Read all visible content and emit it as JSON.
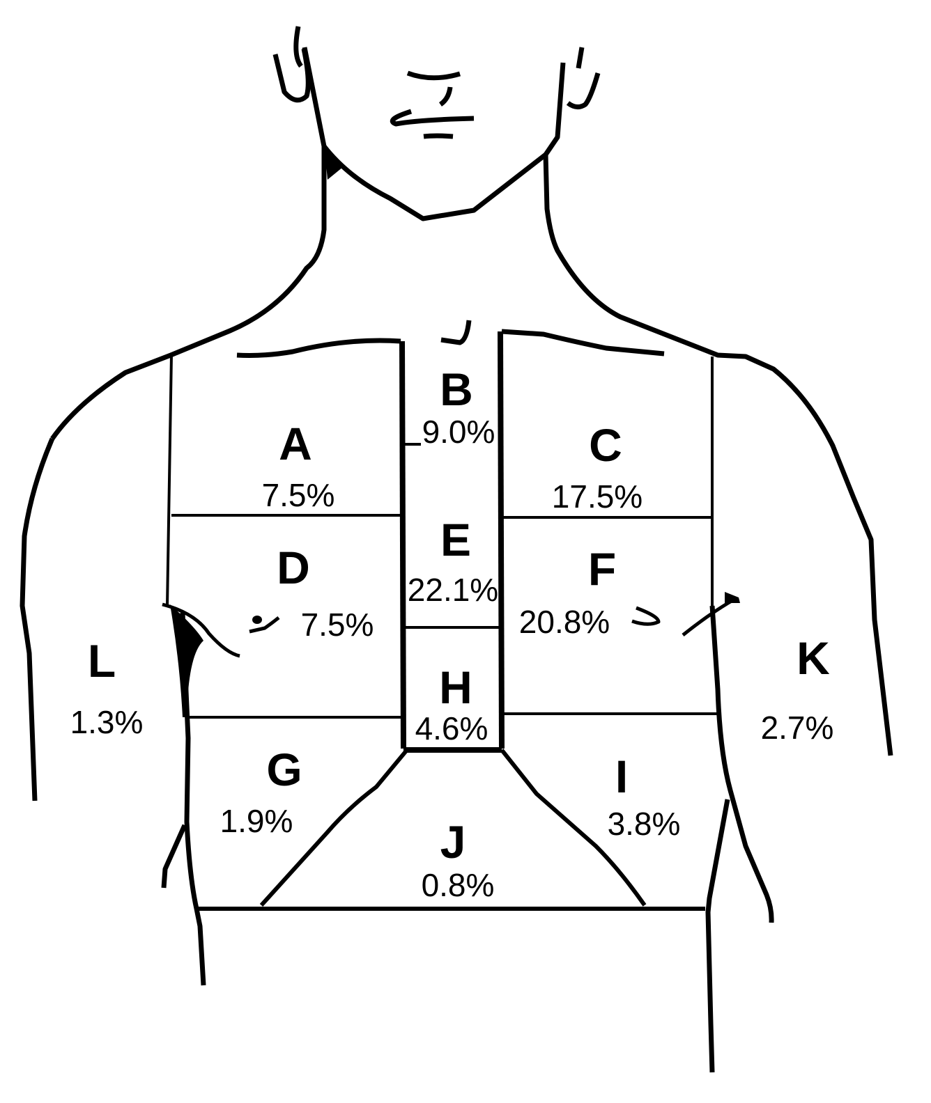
{
  "diagram": {
    "type": "anatomical-region-map",
    "subject": "anterior torso (neck, chest, upper abdomen, arms)",
    "stroke_color": "#000000",
    "background": "#ffffff"
  },
  "regions": [
    {
      "id": "A",
      "letter": "A",
      "percent": "7.5%",
      "position": "left upper chest"
    },
    {
      "id": "B",
      "letter": "B",
      "percent": "9.0%",
      "position": "upper sternum"
    },
    {
      "id": "C",
      "letter": "C",
      "percent": "17.5%",
      "position": "right upper chest"
    },
    {
      "id": "D",
      "letter": "D",
      "percent": "7.5%",
      "position": "left mid chest"
    },
    {
      "id": "E",
      "letter": "E",
      "percent": "22.1%",
      "position": "mid sternum"
    },
    {
      "id": "F",
      "letter": "F",
      "percent": "20.8%",
      "position": "right mid chest"
    },
    {
      "id": "G",
      "letter": "G",
      "percent": "1.9%",
      "position": "left lower chest"
    },
    {
      "id": "H",
      "letter": "H",
      "percent": "4.6%",
      "position": "lower sternum"
    },
    {
      "id": "I",
      "letter": "I",
      "percent": "3.8%",
      "position": "right lower chest"
    },
    {
      "id": "J",
      "letter": "J",
      "percent": "0.8%",
      "position": "epigastric"
    },
    {
      "id": "K",
      "letter": "K",
      "percent": "2.7%",
      "position": "right arm"
    },
    {
      "id": "L",
      "letter": "L",
      "percent": "1.3%",
      "position": "left arm"
    }
  ]
}
